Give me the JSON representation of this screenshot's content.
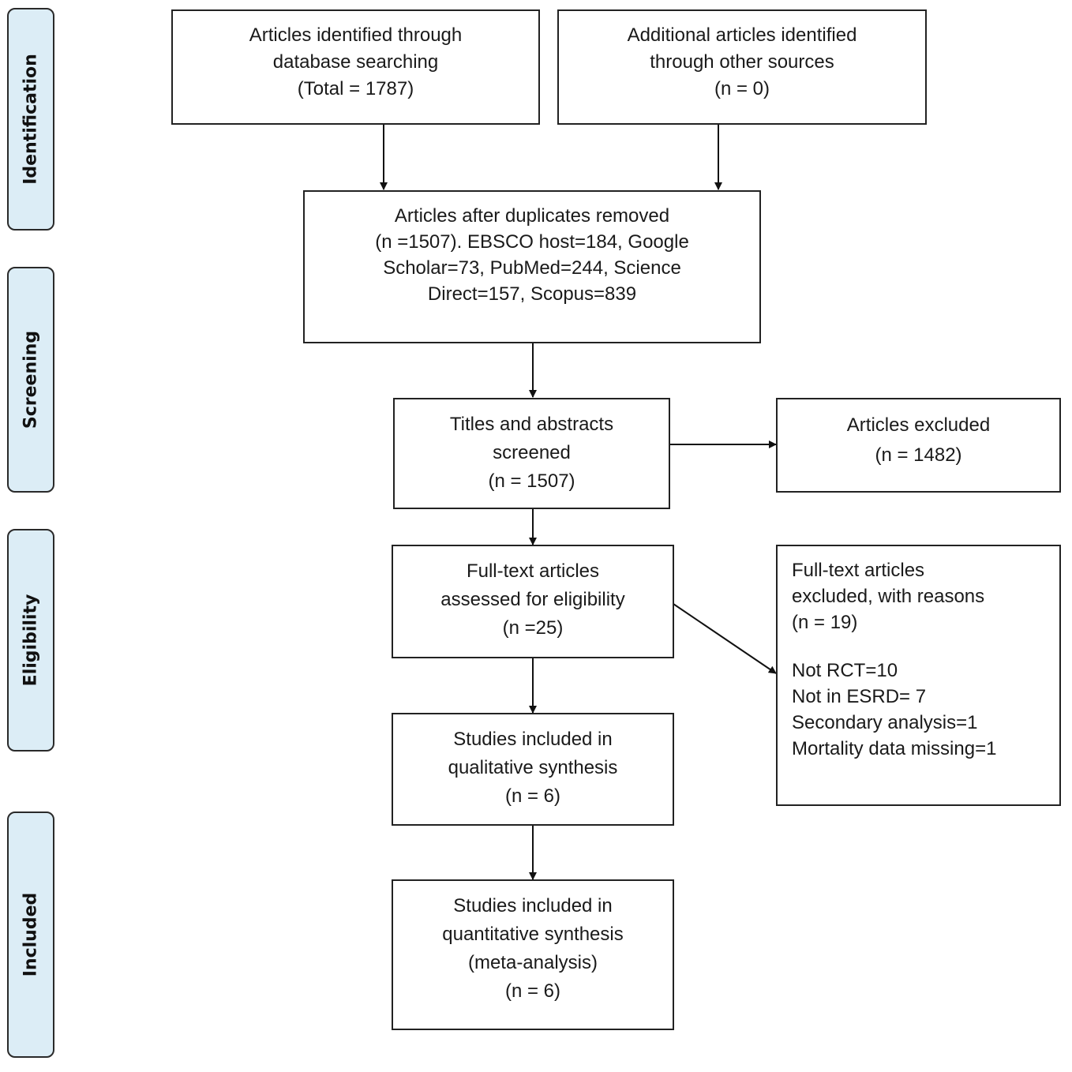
{
  "phases": {
    "identification": "Identification",
    "screening": "Screening",
    "eligibility": "Eligibility",
    "included": "Included"
  },
  "boxes": {
    "database_search": [
      "Articles identified through",
      "database searching",
      "(Total = 1787)"
    ],
    "other_sources": [
      "Additional articles identified",
      "through other sources",
      "(n = 0)"
    ],
    "duplicates_removed": [
      "Articles after duplicates removed",
      "(n =1507). EBSCO host=184, Google",
      "Scholar=73, PubMed=244, Science",
      "Direct=157, Scopus=839"
    ],
    "screened": [
      "Titles and abstracts",
      "screened",
      "(n = 1507)"
    ],
    "excluded": [
      "Articles excluded",
      "(n = 1482)"
    ],
    "fulltext_assessed": [
      "Full-text articles",
      "assessed for eligibility",
      "(n =25)"
    ],
    "fulltext_excluded": [
      "Full-text articles",
      "excluded, with reasons",
      "(n = 19)"
    ],
    "exclusion_reasons": [
      "Not RCT=10",
      "Not in ESRD= 7",
      "Secondary analysis=1",
      "Mortality data missing=1"
    ],
    "qualitative": [
      "Studies included in",
      "qualitative synthesis",
      "(n = 6)"
    ],
    "quantitative": [
      "Studies included in",
      "quantitative synthesis",
      "(meta-analysis)",
      "(n = 6)"
    ]
  }
}
